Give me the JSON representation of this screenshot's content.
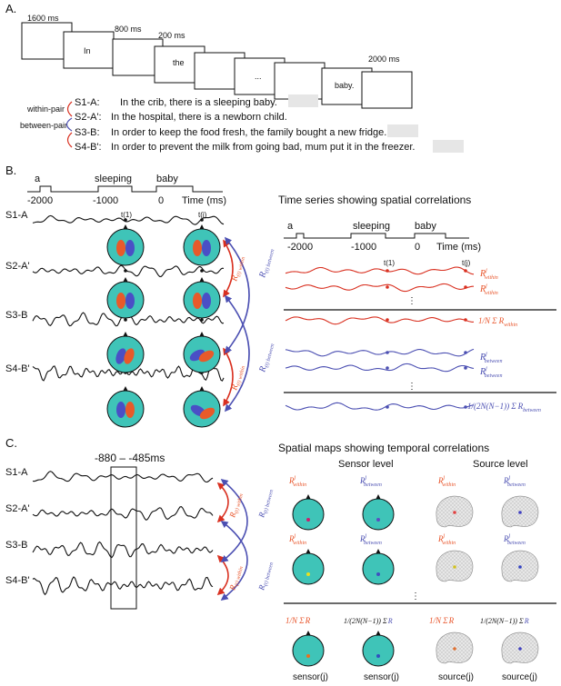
{
  "panel_a": {
    "label": "A.",
    "timing": {
      "t1": "1600 ms",
      "t2": "800 ms",
      "t3": "200 ms",
      "t4": "2000 ms"
    },
    "frames": {
      "w1": "In",
      "w2": "the",
      "ellipsis": "...",
      "last": "baby."
    },
    "within_pair": "within-pair",
    "between_pair": "between-pair",
    "sentences": [
      {
        "id": "S1-A:",
        "text": "In the crib, there is a sleeping baby."
      },
      {
        "id": "S2-A':",
        "text": "In the hospital, there is a newborn child."
      },
      {
        "id": "S3-B:",
        "text": "In order to keep the food fresh, the family bought a new fridge."
      },
      {
        "id": "S4-B':",
        "text": "In order to prevent the milk from going bad, mum put it in the freezer."
      }
    ]
  },
  "panel_b": {
    "label": "B.",
    "words": {
      "a": "a",
      "sleeping": "sleeping",
      "baby": "baby"
    },
    "ticks": [
      "-2000",
      "-1000",
      "0"
    ],
    "time_label": "Time (ms)",
    "rows": [
      "S1-A",
      "S2-A'",
      "S3-B",
      "S4-B'"
    ],
    "t1": "t(1)",
    "tj": "t(j)",
    "r_within": "R",
    "r_between": "R",
    "sub_within": "(t) within",
    "sub_between": "(t) between",
    "right_title": "Time series showing spatial correlations",
    "sup_j": "j",
    "within_sub": "within",
    "between_sub": "between",
    "dots": "⋮",
    "mean_within": "1/N Σ",
    "mean_between": "1/(2N(N−1)) Σ"
  },
  "panel_c": {
    "label": "C.",
    "window": "-880 – -485ms",
    "rows": [
      "S1-A",
      "S2-A'",
      "S3-B",
      "S4-B'"
    ],
    "right_title": "Spatial maps showing temporal correlations",
    "sensor_level": "Sensor level",
    "source_level": "Source level",
    "bottom": [
      "sensor(j)",
      "sensor(j)",
      "source(j)",
      "source(j)"
    ]
  }
}
